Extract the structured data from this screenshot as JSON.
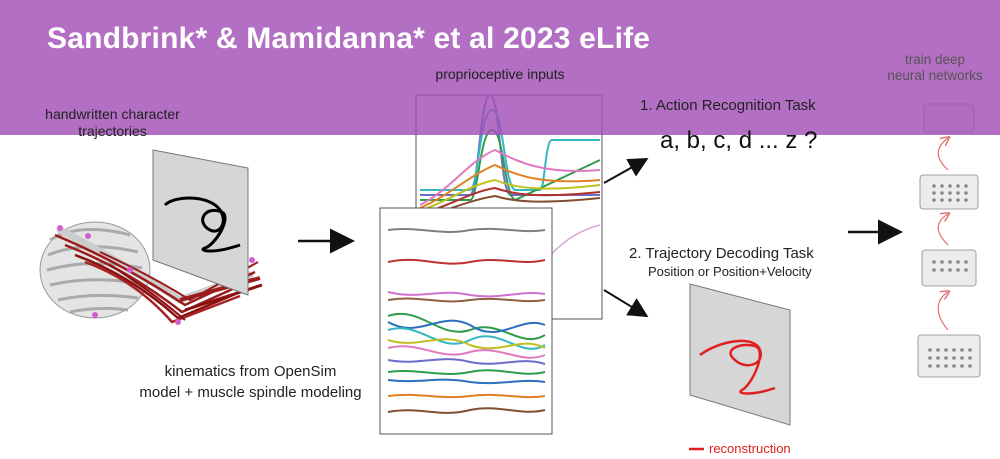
{
  "banner": {
    "title": "Sandbrink* & Mamidanna* et al  2023 eLife",
    "color": "#a24fb6"
  },
  "labels": {
    "handwritten": "handwritten character\ntrajectories",
    "proprioceptive": "proprioceptive inputs",
    "kinematics": "kinematics from OpenSim\nmodel + muscle spindle modeling",
    "task1": "1. Action Recognition Task",
    "task1_letters": "a, b, c, d ... z ?",
    "task2": "2. Trajectory Decoding Task",
    "task2_sub": "Position or Position+Velocity",
    "reconstruction": "reconstruction",
    "train": "train deep\nneural networks"
  },
  "icons": [
    "arm-skeleton-icon",
    "neural-network-layer-icon",
    "arrow-right-icon"
  ],
  "colors": {
    "accent_red": "#e02020",
    "muscle_red": "#9b1c1c",
    "text": "#222222"
  }
}
